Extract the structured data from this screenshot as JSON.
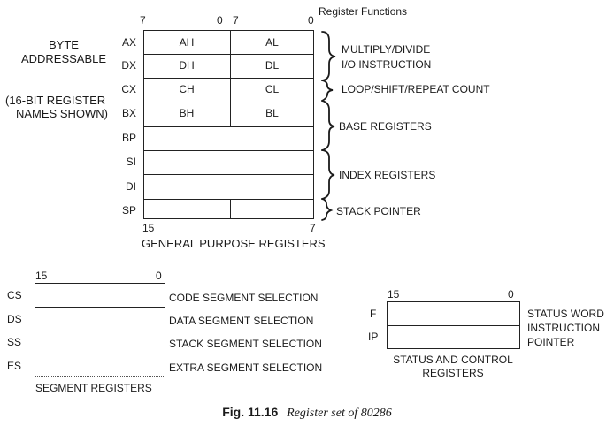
{
  "gpr": {
    "header": "Register Functions",
    "bit_left_high": "7",
    "bit_left_low": "0",
    "bit_right_high": "7",
    "bit_right_low": "0",
    "bit_bottom_left": "15",
    "bit_bottom_right": "7",
    "note_byte_line1": "BYTE",
    "note_byte_line2": "ADDRESSABLE",
    "note_16bit_line1": "(16-BIT REGISTER",
    "note_16bit_line2": "NAMES SHOWN)",
    "registers": [
      {
        "name": "AX",
        "high": "AH",
        "low": "AL"
      },
      {
        "name": "DX",
        "high": "DH",
        "low": "DL"
      },
      {
        "name": "CX",
        "high": "CH",
        "low": "CL"
      },
      {
        "name": "BX",
        "high": "BH",
        "low": "BL"
      },
      {
        "name": "BP"
      },
      {
        "name": "SI"
      },
      {
        "name": "DI"
      },
      {
        "name": "SP"
      }
    ],
    "functions": [
      "MULTIPLY/DIVIDE",
      "I/O INSTRUCTION",
      "LOOP/SHIFT/REPEAT COUNT",
      "BASE REGISTERS",
      "INDEX REGISTERS",
      "STACK POINTER"
    ],
    "title": "GENERAL PURPOSE REGISTERS"
  },
  "seg": {
    "bit_high": "15",
    "bit_low": "0",
    "registers": [
      {
        "name": "CS",
        "desc": "CODE SEGMENT SELECTION"
      },
      {
        "name": "DS",
        "desc": "DATA SEGMENT SELECTION"
      },
      {
        "name": "SS",
        "desc": "STACK SEGMENT SELECTION"
      },
      {
        "name": "ES",
        "desc": "EXTRA SEGMENT SELECTION"
      }
    ],
    "title": "SEGMENT REGISTERS"
  },
  "status": {
    "bit_high": "15",
    "bit_low": "0",
    "registers": [
      {
        "name": "F"
      },
      {
        "name": "IP"
      }
    ],
    "desc_line1": "STATUS WORD",
    "desc_line2": "INSTRUCTION",
    "desc_line3": "POINTER",
    "title_line1": "STATUS AND CONTROL",
    "title_line2": "REGISTERS"
  },
  "caption": {
    "label": "Fig. 11.16",
    "text": "Register set of 80286"
  }
}
